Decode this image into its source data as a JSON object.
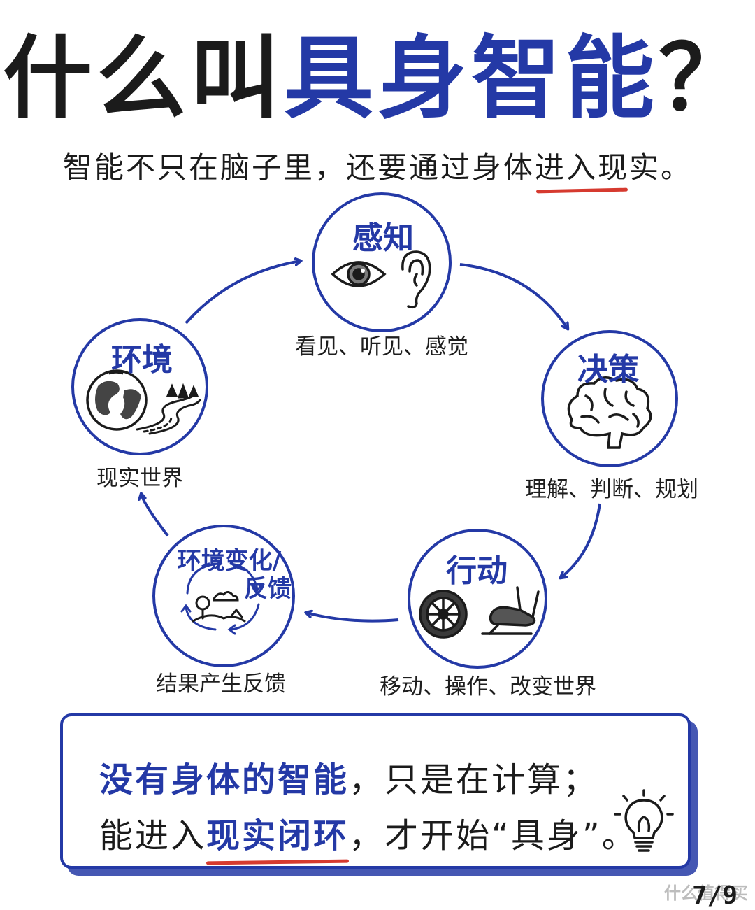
{
  "header": {
    "title_prefix": "什么叫",
    "title_accent": "具身智能",
    "title_suffix": "？",
    "subtitle_before": "智能不只在脑子里，还要通过身体",
    "subtitle_underlined": "进入现",
    "subtitle_after": "实。"
  },
  "nodes": [
    {
      "id": "perception",
      "title": "感知",
      "desc": "看见、听见、感觉",
      "icons": [
        "eye-icon",
        "ear-icon"
      ]
    },
    {
      "id": "decision",
      "title": "决策",
      "desc": "理解、判断、规划",
      "icons": [
        "brain-icon"
      ]
    },
    {
      "id": "action",
      "title": "行动",
      "desc": "移动、操作、改变世界",
      "icons": [
        "wheel-icon",
        "foot-pedal-icon"
      ]
    },
    {
      "id": "feedback",
      "title_line1": "环境变化/",
      "title_line2": "反馈",
      "desc": "结果产生反馈",
      "icons": [
        "landscape-cycle-icon"
      ]
    },
    {
      "id": "environment",
      "title": "环境",
      "desc": "现实世界",
      "icons": [
        "globe-icon",
        "road-icon"
      ]
    }
  ],
  "summary": {
    "line1_accent": "没有身体的智能",
    "line1_rest": "，只是在计算；",
    "line2_start": "能进入",
    "line2_accent": "现实闭环",
    "line2_rest": "，才开始“具身”。"
  },
  "footer": {
    "page": "7/9",
    "watermark": "什么值得买"
  },
  "colors": {
    "accent": "#2439a6",
    "underline": "#d63a2f",
    "ink": "#1b1b1b"
  }
}
